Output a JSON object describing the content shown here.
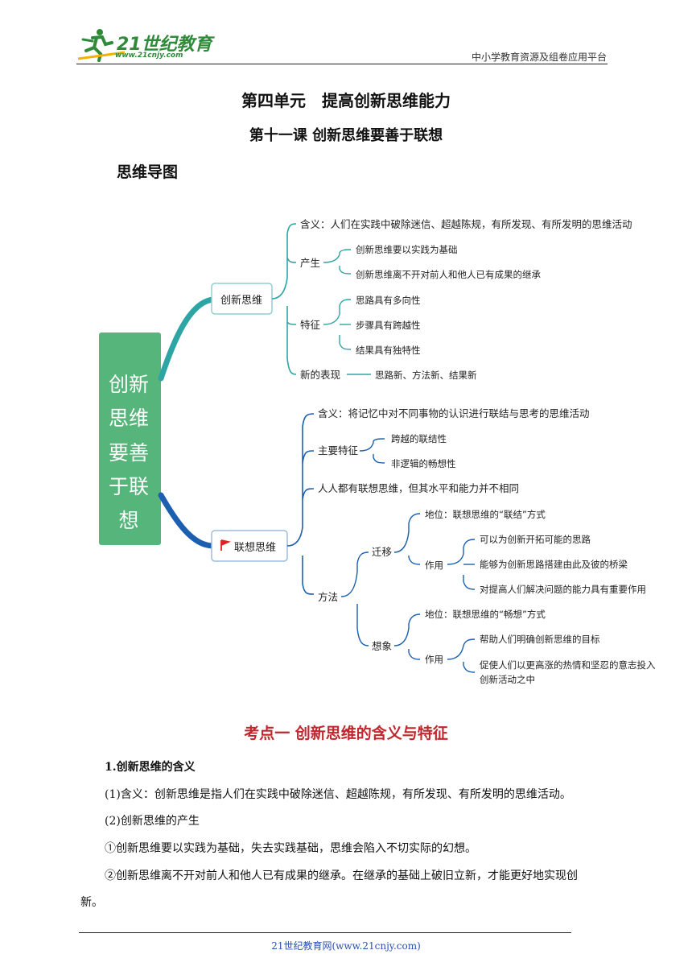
{
  "header": {
    "logo_text": "21世纪教育",
    "logo_url_text": "www.21cnjy.com",
    "right_text": "中小学教育资源及组卷应用平台"
  },
  "titles": {
    "unit": "第四单元　提高创新思维能力",
    "lesson": "第十一课  创新思维要善于联想",
    "section_label": "思维导图"
  },
  "mindmap": {
    "root": "创新思维要善于联想",
    "root_lines": [
      "创新",
      "思维",
      "要善",
      "于联",
      "想"
    ],
    "branch1": {
      "label": "创新思维",
      "meaning": "含义：人们在实践中破除迷信、超越陈规，有所发现、有所发明的思维活动",
      "origin_label": "产生",
      "origin_items": [
        "创新思维要以实践为基础",
        "创新思维离不开对前人和他人已有成果的继承"
      ],
      "feature_label": "特征",
      "feature_items": [
        "思路具有多向性",
        "步骤具有跨越性",
        "结果具有独特性"
      ],
      "show_label": "新的表现",
      "show_value": "思路新、方法新、结果新"
    },
    "branch2": {
      "label": "联想思维",
      "meaning": "含义：将记忆中对不同事物的认识进行联结与思考的思维活动",
      "main_feature_label": "主要特征",
      "main_feature_items": [
        "跨越的联结性",
        "非逻辑的畅想性"
      ],
      "everyone": "人人都有联想思维，但其水平和能力并不相同",
      "method_label": "方法",
      "transfer_label": "迁移",
      "transfer_status": "地位：联想思维的“联结”方式",
      "effect_label": "作用",
      "transfer_effects": [
        "可以为创新开拓可能的思路",
        "能够为创新思路搭建由此及彼的桥梁",
        "对提高人们解决问题的能力具有重要作用"
      ],
      "imagine_label": "想象",
      "imagine_status": "地位：联想思维的“畅想”方式",
      "imagine_effects": [
        "帮助人们明确创新思维的目标",
        "促使人们以更高涨的热情和坚忍的意志投入",
        "创新活动之中"
      ]
    }
  },
  "kaodian": {
    "title": "考点一  创新思维的含义与特征",
    "p1": "1.创新思维的含义",
    "p2": "(1)含义：创新思维是指人们在实践中破除迷信、超越陈规，有所发现、有所发明的思维活动。",
    "p3": "(2)创新思维的产生",
    "p4": "①创新思维要以实践为基础，失去实践基础，思维会陷入不切实际的幻想。",
    "p5a": "②创新思维离不开对前人和他人已有成果的继承。在继承的基础上破旧立新，才能更好地实现创",
    "p5b": "新。"
  },
  "footer": {
    "text": "21世纪教育网(www.21cnjy.com)"
  },
  "colors": {
    "root_bg": "#56b57a",
    "branch1_line": "#2ea5a5",
    "branch2_line": "#1c5fb0",
    "kp_red": "#c0272d",
    "logo_green": "#2f8a3a"
  }
}
